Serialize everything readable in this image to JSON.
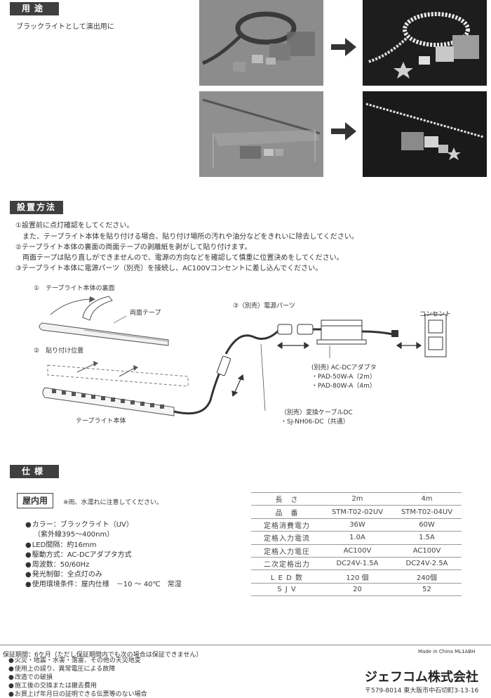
{
  "usage": {
    "header": "用途",
    "caption": "ブラックライトとして演出用に"
  },
  "install": {
    "header": "設置方法",
    "steps": [
      "①設置前に点灯確認をしてください。",
      "　また、テープライト本体を貼り付ける場合、貼り付け場所の汚れや油分などをきれいに除去してください。",
      "②テープライト本体の裏面の両面テープの剥離紙を剥がして貼り付けます。",
      "　両面テープは貼り直しができませんので、電源の方向などを確認して慎重に位置決めをしてください。",
      "③テープライト本体に電源パーツ（別売）を接続し、AC100Vコンセントに差し込んでください。"
    ],
    "diagram": {
      "label1": "①　テープライト本体の裏面",
      "double_tape": "両面テープ",
      "label2": "②　貼り付け位置",
      "tape_body": "テープライト本体",
      "label3": "③（別売）電源パーツ",
      "outlet": "コンセント",
      "adapter": [
        "(別売) AC-DCアダプタ",
        "・PAD-50W-A（2m）",
        "・PAD-80W-A（4m）"
      ],
      "cable": [
        "（別売）変換ケーブルDC",
        "・SJ-NH06-DC（共通）"
      ]
    }
  },
  "spec": {
    "header": "仕様",
    "indoor_badge": "屋内用",
    "indoor_note": "※雨、水濡れに注意してください。",
    "bullets": [
      "カラー：ブラックライト（UV）",
      "（紫外線395～400nm）",
      "LED間隔：約16mm",
      "駆動方式：AC-DCアダプタ方式",
      "周波数：50/60Hz",
      "発光制御：全点灯のみ",
      "使用環境条件：屋内仕様　－10 ～ 40℃　常湿"
    ],
    "table": [
      [
        "長　さ",
        "2m",
        "4m"
      ],
      [
        "品　番",
        "STM-T02-02UV",
        "STM-T02-04UV"
      ],
      [
        "定格消費電力",
        "36W",
        "60W"
      ],
      [
        "定格入力電流",
        "1.0A",
        "1.5A"
      ],
      [
        "定格入力電圧",
        "AC100V",
        "AC100V"
      ],
      [
        "二次定格出力",
        "DC24V-1.5A",
        "DC24V-2.5A"
      ],
      [
        "L E D 数",
        "120 個",
        "240個"
      ],
      [
        "S J V",
        "20",
        "52"
      ]
    ]
  },
  "footer": {
    "warranty_title": "保証期間：6ケ月（ただし保証期間内でも次の場合は保証できません）",
    "warranty_items": [
      "火災・地震・水害・落雷、その他の天災地変",
      "使用上の誤り、異常電圧による故障",
      "改造での破損",
      "施工後の交換または撤去費用",
      "お買上げ年月日の証明できる伝票等のない場合"
    ],
    "made_in": "Made in China  ML1ABH",
    "company": "ジェフコム株式会社",
    "address": "〒579-8014 東大阪市中石切町3-13-16"
  }
}
